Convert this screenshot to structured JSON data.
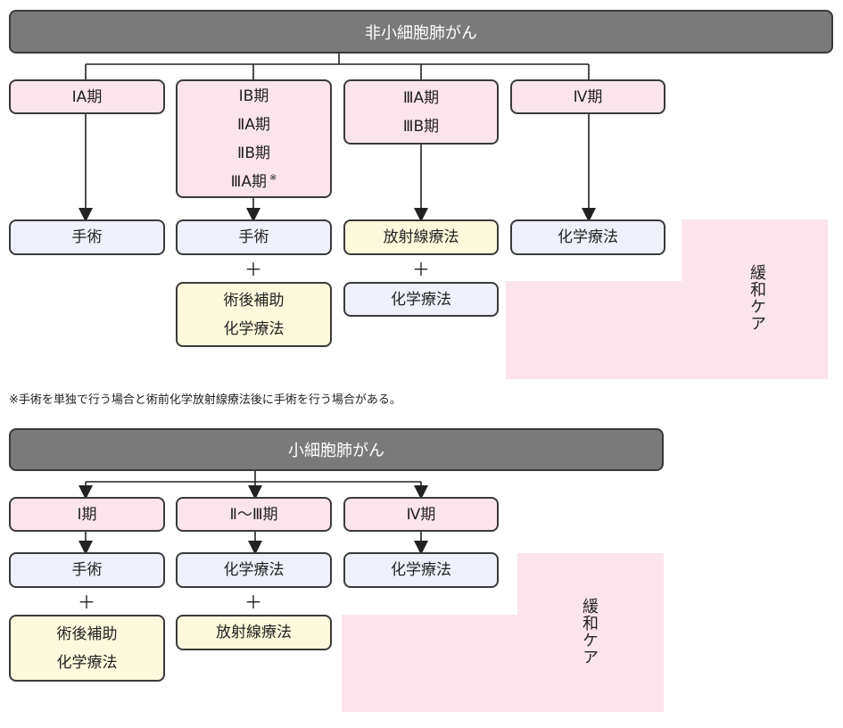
{
  "nsclc": {
    "title": "非小細胞肺がん",
    "stage_ia": "IA期",
    "stage_group2": [
      "IB期",
      "ⅡA期",
      "ⅡB期",
      "ⅢA期"
    ],
    "stage_group2_mark": "※",
    "stage_group3": [
      "ⅢA期",
      "ⅢB期"
    ],
    "stage_iv": "Ⅳ期",
    "treat_ia": "手術",
    "treat_group2": "手術",
    "treat_group2_extra": [
      "術後補助",
      "化学療法"
    ],
    "treat_group3": "放射線療法",
    "treat_group3_extra": "化学療法",
    "treat_iv": "化学療法",
    "plus": "＋",
    "palliative": "緩和ケア"
  },
  "note": "※手術を単独で行う場合と術前化学放射線療法後に手術を行う場合がある。",
  "sclc": {
    "title": "小細胞肺がん",
    "stage_i": "I期",
    "stage_ii_iii": "Ⅱ〜Ⅲ期",
    "stage_iv": "Ⅳ期",
    "treat_i": "手術",
    "treat_i_extra": [
      "術後補助",
      "化学療法"
    ],
    "treat_ii_iii": "化学療法",
    "treat_ii_iii_extra": "放射線療法",
    "treat_iv": "化学療法",
    "plus": "＋",
    "palliative": "緩和ケア"
  }
}
